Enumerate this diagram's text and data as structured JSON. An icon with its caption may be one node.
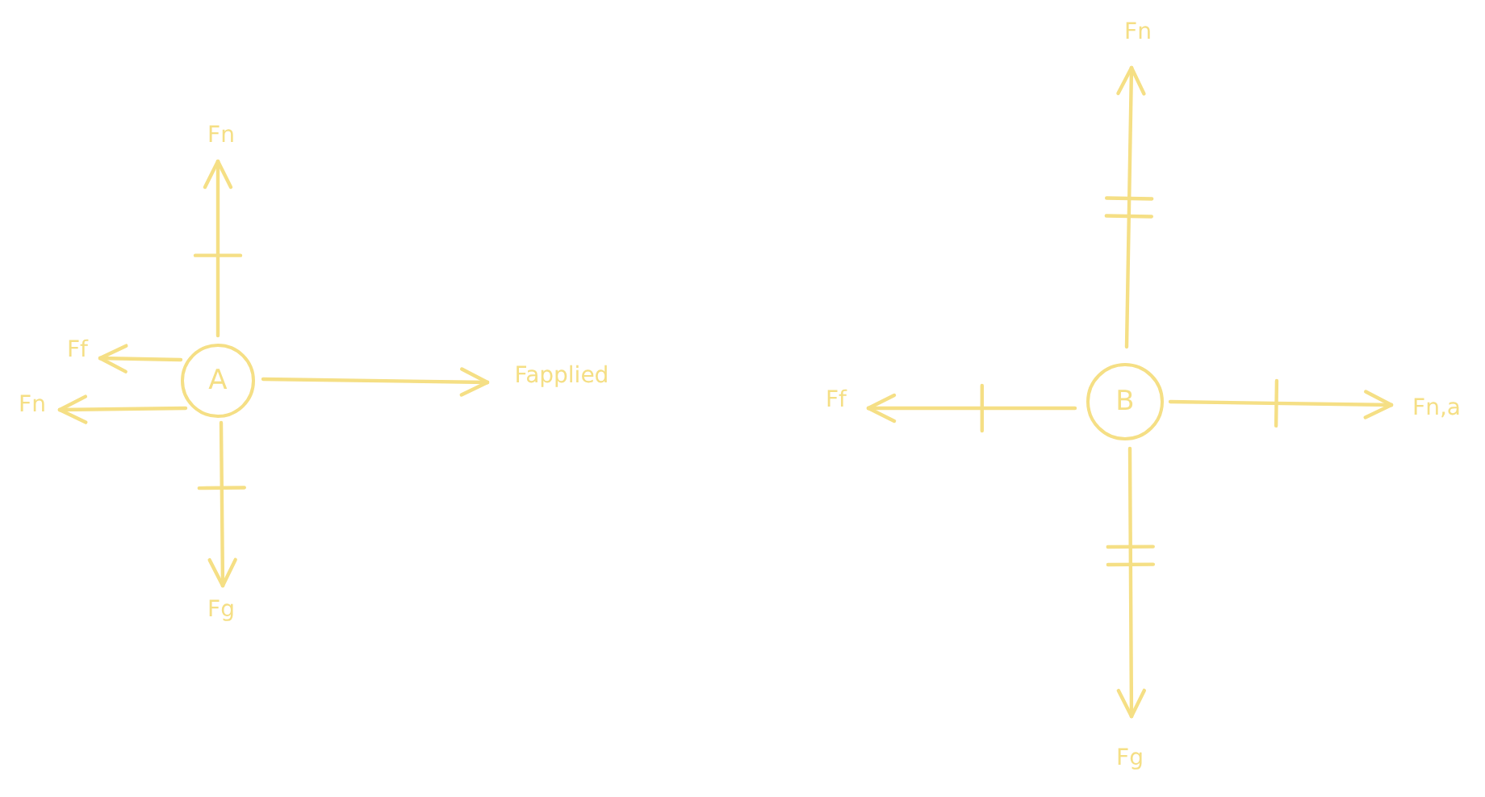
{
  "diagram": {
    "nodes": [
      {
        "text": [
          "A"
        ]
      },
      {
        "text": [
          "B"
        ]
      }
    ],
    "labels": [
      "Fn",
      "Fn",
      "Ff",
      "Fapplied",
      "Ff",
      "Fn",
      "Fn,a",
      "Fg",
      "Fg"
    ]
  }
}
